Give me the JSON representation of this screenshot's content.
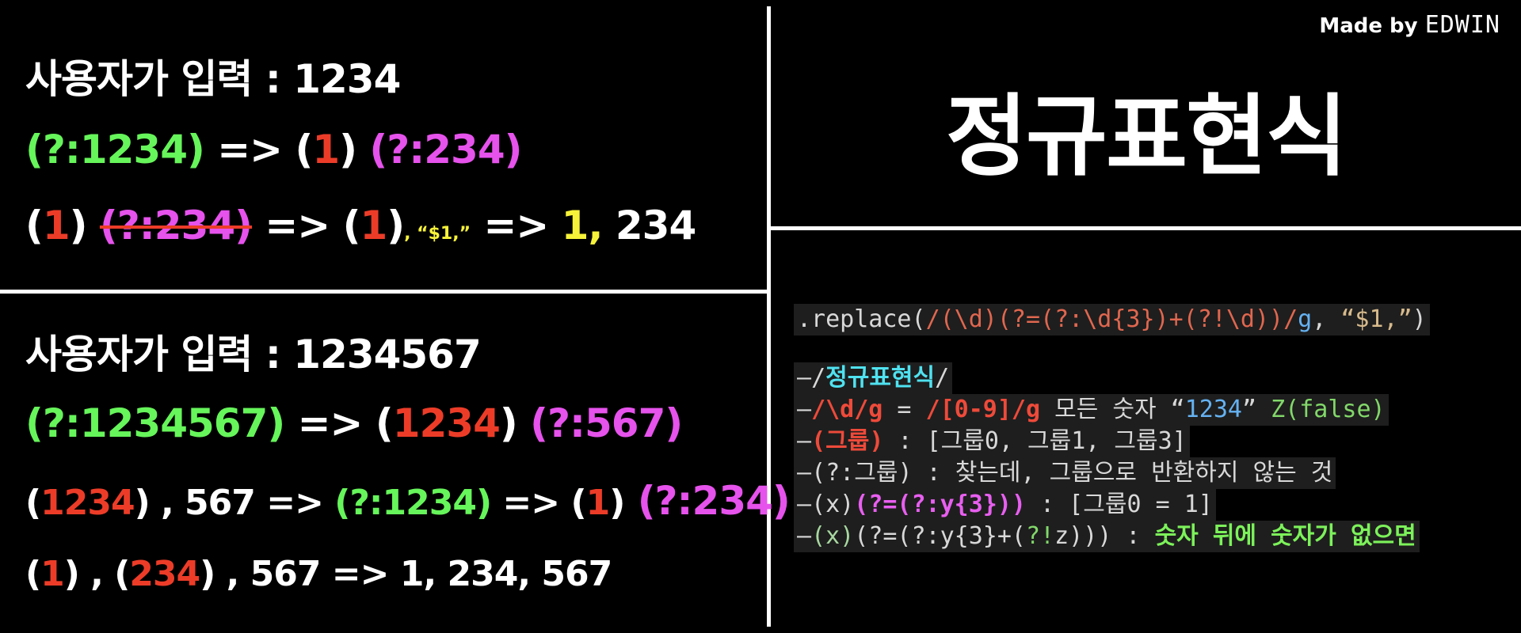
{
  "made_by": {
    "prefix": "Made by",
    "name": "EDWIN"
  },
  "title": "정규표현식",
  "top": {
    "input_label": "사용자가 입력 : 1234",
    "l2": {
      "a": "(?:1234)",
      "b": " =>  (",
      "c": "1",
      "d": ")",
      "e": " (?:234)"
    },
    "l3": {
      "a": "(",
      "b": "1",
      "c": ") ",
      "d": "(?:234)",
      "e": " =>  (",
      "f": "1",
      "g": ")",
      "h": ", “$1,”",
      "i": " =>  ",
      "j": "1,",
      "k": " 234"
    }
  },
  "bottom": {
    "input_label": "사용자가 입력 : 1234567",
    "l2": {
      "a": "(?:1234567)",
      "b": " =>  (",
      "c": "1234",
      "d": ")",
      "e": " (?:567)"
    },
    "l3": {
      "a": "(",
      "b": "1234",
      "c": ") , 567 => ",
      "d": "(?:1234)",
      "e": " => (",
      "f": "1",
      "g": ")",
      "h": " (?:234)"
    },
    "l4": {
      "a": "(",
      "b": "1",
      "c": ") ,  (",
      "d": "234",
      "e": ") , 567 => 1, 234, 567"
    }
  },
  "code": {
    "replace": {
      "a": ".replace(",
      "b": "/(\\d)(?=(?:\\d{3})+(?!\\d))/",
      "c": "g",
      "d": ", ",
      "e": "“$1,”",
      "f": ")"
    },
    "n1": {
      "dash": "–",
      "a": "/",
      "b": "정규표현식",
      "c": "/"
    },
    "n2": {
      "dash": "–",
      "a": "/\\d/g",
      "b": " = ",
      "c": "/[0-9]/g",
      "d": " 모든 숫자 “",
      "e": "1234",
      "f": "” ",
      "g": "Z(false)"
    },
    "n3": {
      "dash": "–",
      "a": "(그룹)",
      "b": " : [그룹0, 그룹1, 그룹3]"
    },
    "n4": {
      "dash": "–",
      "a": "(?:그룹) : 찾는데, 그룹으로 반환하지 않는 것"
    },
    "n5": {
      "dash": "–",
      "a": "(x)",
      "b": "(?=(?:y{3}))",
      "c": " : [그룹0 = 1]"
    },
    "n6": {
      "dash": "–",
      "a": "(x)",
      "b": "(?=(?:y{3}+(",
      "c": "?!",
      "d": "z))) : ",
      "e": "숫자 뒤에 숫자가 없으면"
    }
  }
}
